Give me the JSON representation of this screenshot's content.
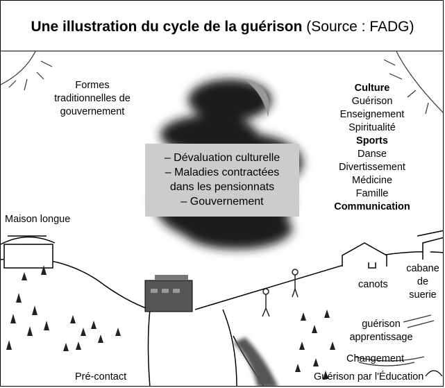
{
  "title": {
    "bold": "Une illustration du cycle de la guérison",
    "normal": "(Source : FADG)"
  },
  "labels": {
    "formes": [
      "Formes",
      "traditionnelles de",
      "gouvernement"
    ],
    "right_list": [
      {
        "text": "Culture",
        "bold": true
      },
      {
        "text": "Guérison",
        "bold": false
      },
      {
        "text": "Enseignement",
        "bold": false
      },
      {
        "text": "Spiritualité",
        "bold": false
      },
      {
        "text": "Sports",
        "bold": true
      },
      {
        "text": "Danse",
        "bold": false
      },
      {
        "text": "Divertissement",
        "bold": false
      },
      {
        "text": "Médicine",
        "bold": false
      },
      {
        "text": "Famille",
        "bold": false
      },
      {
        "text": "Communication",
        "bold": true
      }
    ],
    "center_box": [
      "– Dévaluation culturelle",
      "– Maladies contractées",
      "dans les pensionnats",
      "– Gouvernement"
    ],
    "maison": "Maison longue",
    "canots": "canots",
    "cabane": [
      "cabane",
      "de",
      "suerie"
    ],
    "guerison_app": [
      "guérison",
      "apprentissage"
    ],
    "changement": "Changement",
    "education": "Guérison par l'Éducation",
    "precontact": "Pré-contact"
  }
}
